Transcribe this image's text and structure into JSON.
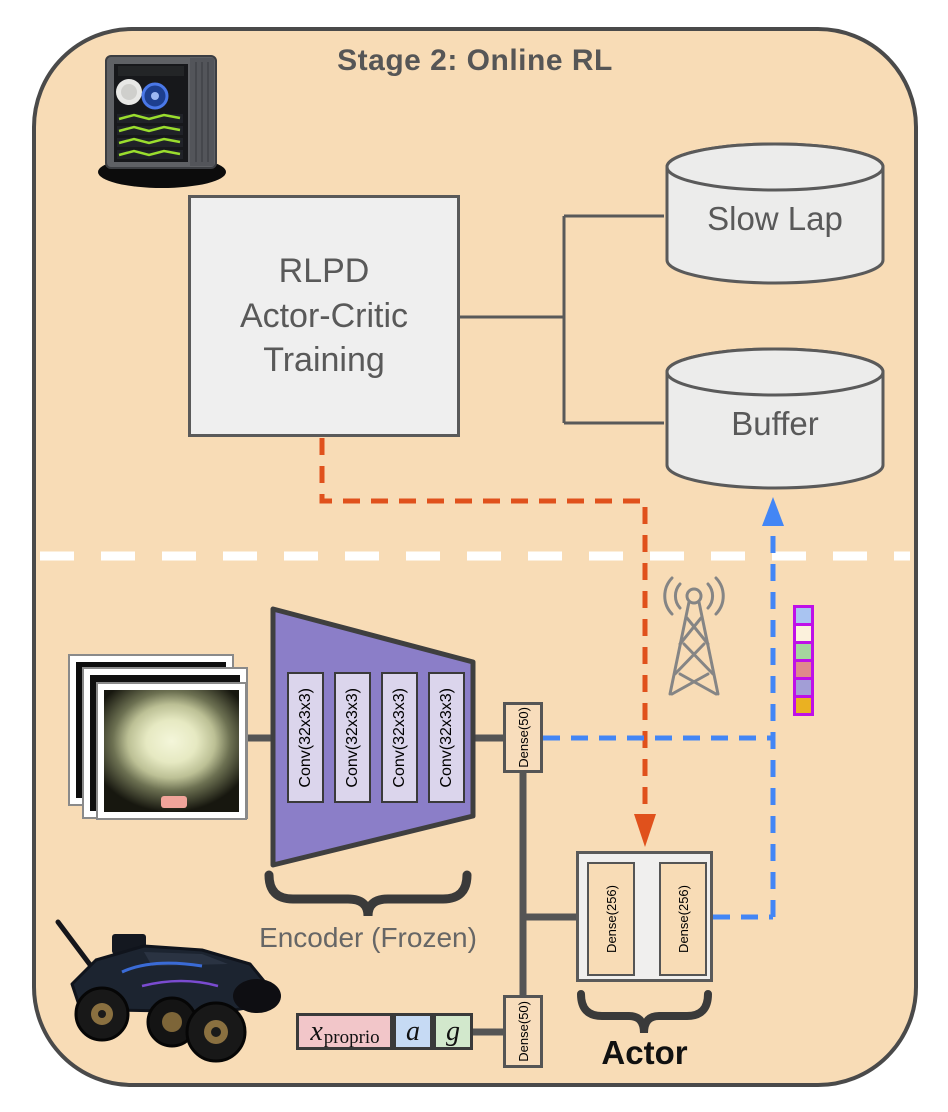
{
  "title": "Stage 2: Online RL",
  "training_box": {
    "lines": [
      "RLPD",
      "Actor-Critic",
      "Training"
    ]
  },
  "datastores": {
    "slow_lap": "Slow Lap",
    "buffer": "Buffer"
  },
  "encoder": {
    "conv_layers": [
      "Conv(32x3x3)",
      "Conv(32x3x3)",
      "Conv(32x3x3)",
      "Conv(32x3x3)"
    ],
    "label": "Encoder (Frozen)",
    "dense_image": "Dense(50)",
    "dense_proprio": "Dense(50)"
  },
  "actor": {
    "dense_layers": [
      "Dense(256)",
      "Dense(256)"
    ],
    "label": "Actor"
  },
  "inputs": {
    "proprio_base": "x",
    "proprio_sub": "proprio",
    "action": "a",
    "goal": "g"
  },
  "icons": {
    "workstation": "gpu-workstation-photo",
    "robot_car": "rc-car-photo",
    "antenna": "radio-tower-icon",
    "camera": "fisheye-camera-frames"
  },
  "feature_stack": {
    "border": "#bf10e8",
    "colors": [
      "#a9c4f1",
      "#fbf1dc",
      "#a5d69e",
      "#e0898c",
      "#a29ed6",
      "#eab122"
    ]
  },
  "colors": {
    "background": "#f8dcb6",
    "container_border": "#4a4a4a",
    "box_fill": "#efefef",
    "line": "#595959",
    "orange_dash": "#e0511c",
    "blue_dash": "#4386f5",
    "white_dash": "#ffffff",
    "encoder_purple": "#8b7ec8",
    "conv_fill": "#dbd5ec"
  }
}
